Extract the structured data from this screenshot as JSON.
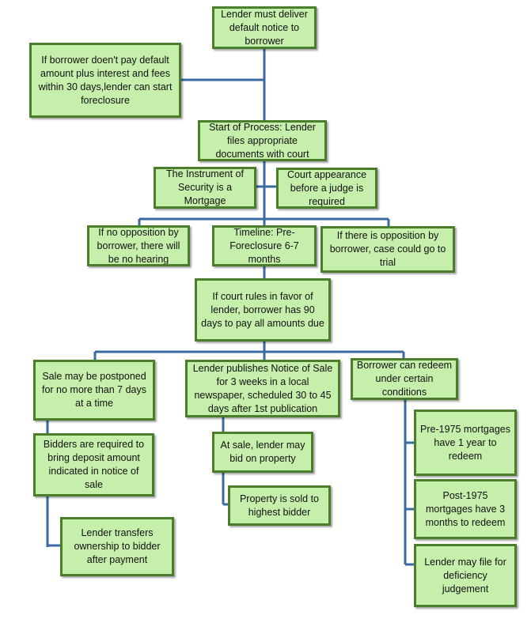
{
  "colors": {
    "box_fill": "#c6efac",
    "box_border": "#4a7d2c",
    "connector": "#3b6aa0"
  },
  "nodes": {
    "default_notice": "Lender must deliver default notice to borrower",
    "nonpayment": "If borrower doen't pay default amount plus interest and fees within 30 days,lender can start foreclosure",
    "start_process": "Start of Process: Lender files appropriate documents with court",
    "instrument": "The Instrument of Security is a Mortgage",
    "court_appearance": "Court appearance before a judge is required",
    "no_opposition": "If no opposition by borrower, there will be no hearing",
    "timeline": "Timeline: Pre-Foreclosure 6-7 months",
    "opposition": "If there is opposition by borrower, case could go to trial",
    "court_rules": "If court rules in favor of lender, borrower has 90 days to pay all amounts due",
    "sale_postponed": "Sale may be postponed for no more than 7 days at a time",
    "notice_of_sale": "Lender publishes Notice of Sale for 3 weeks in a local newspaper, scheduled 30 to 45 days after 1st publication",
    "redeem": "Borrower can redeem under certain conditions",
    "bidders_deposit": "Bidders are required to bring deposit amount indicated in notice of sale",
    "lender_bid": "At sale, lender may bid on property",
    "pre_1975": "Pre-1975 mortgages have 1 year to redeem",
    "sold_highest": "Property is sold to highest bidder",
    "post_1975": "Post-1975 mortgages have 3 months to redeem",
    "transfer_ownership": "Lender transfers ownership to bidder after payment",
    "deficiency": "Lender may file for deficiency judgement"
  }
}
